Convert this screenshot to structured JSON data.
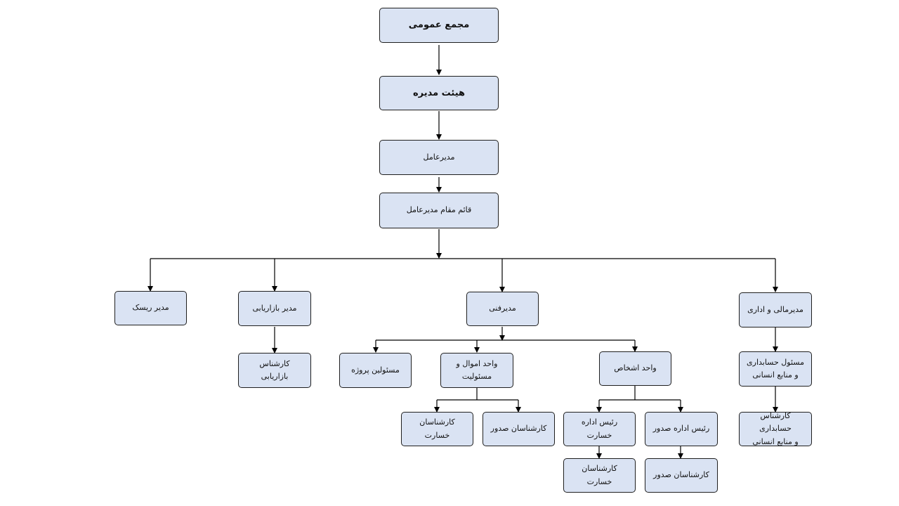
{
  "org_chart": {
    "general_assembly": "مجمع عمومی",
    "board": "هیئت مدیره",
    "ceo": "مدیرعامل",
    "deputy_ceo": "قائم مقام مدیرعامل",
    "risk_manager": "مدیر ریسک",
    "marketing_manager": "مدیر بازاریابی",
    "marketing_expert": "کارشناس\nبازاریابی",
    "technical_manager": "مدیرفنی",
    "project_officials": "مسئولین پروژه",
    "property_liability_unit": "واحد اموال و\nمسئولیت",
    "pl_claims_experts": "کارشناسان\nخسارت",
    "pl_issuance_experts": "کارشناسان صدور",
    "personal_unit": "واحد اشخاص",
    "claims_dept_head": "رئیس اداره\nخسارت",
    "issuance_dept_head": "رئیس اداره صدور",
    "pu_claims_experts": "کارشناسان\nخسارت",
    "pu_issuance_experts": "کارشناسان صدور",
    "finance_manager": "مدیرمالی و اداری",
    "accounting_hr_officer": "مسئول حسابداری\nو منابع انسانی",
    "accounting_hr_expert": "کارشناس حسابداری\nو منابع انسانی"
  }
}
